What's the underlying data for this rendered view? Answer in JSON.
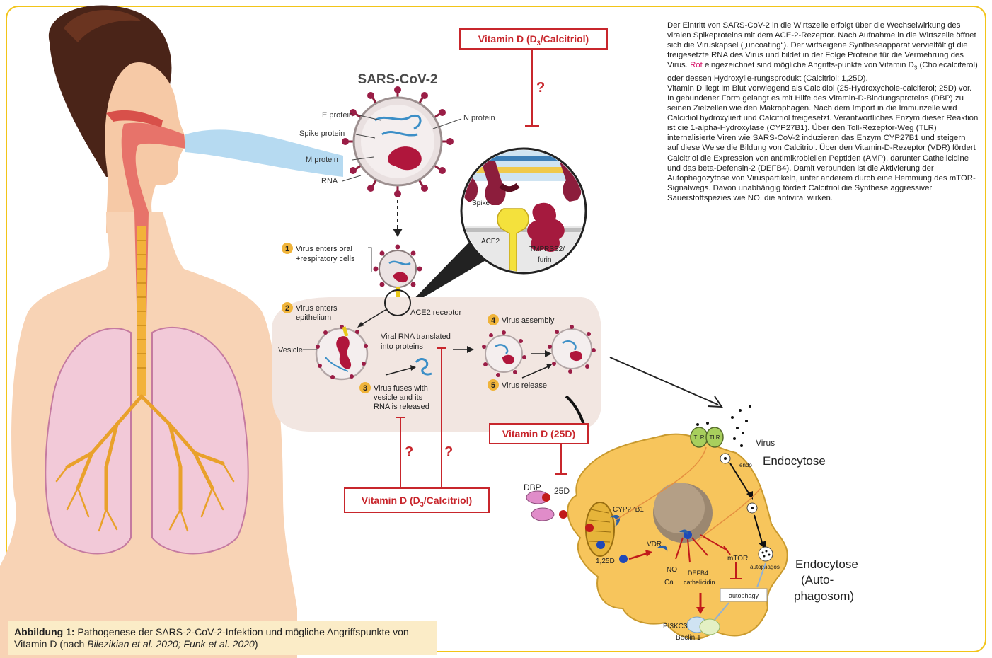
{
  "description": {
    "p1_a": "Der Eintritt von SARS-CoV-2 in die Wirtszelle erfolgt über die Wechselwirkung des viralen Spikeproteins mit dem ACE-2-Rezeptor. Nach Aufnahme in die Wirtszelle öffnet sich die Viruskapsel („uncoating“). Der wirtseigene Syntheseapparat vervielfältigt die freigesetzte RNA des Virus und bildet in der Folge Proteine für die Vermehrung des Virus. ",
    "p1_red": "Rot",
    "p1_b": " eingezeichnet sind mögliche Angriffs-punkte von Vitamin D",
    "p1_sub": "3",
    "p1_c": " (Cholecalciferol) oder dessen Hydroxylie-rungsprodukt (Calcitriol; 1,25D).",
    "p2": "Vitamin D liegt im Blut vorwiegend als Calcidiol (25-Hydroxychole-calciferol; 25D) vor. In gebundener Form gelangt es mit Hilfe des Vitamin-D-Bindungsproteins (DBP) zu seinen Zielzellen wie den Makrophagen. Nach dem Import in die Immunzelle wird Calcidiol hydroxyliert und Calcitriol freigesetzt. Verantwortliches Enzym dieser Reaktion ist die 1-alpha-Hydroxylase (CYP27B1). Über den Toll-Rezeptor-Weg (TLR) internalisierte Viren wie SARS-CoV-2 induzieren das Enzym CYP27B1 und steigern auf diese Weise die Bildung von Calcitriol. Über den Vitamin-D-Rezeptor (VDR) fördert Calcitriol die Expression von antimikrobiellen Peptiden (AMP), darunter Cathelicidine und das beta-Defensin-2 (DEFB4). Damit verbunden ist die Aktivierung der Autophagozytose von Viruspartikeln, unter anderem durch eine Hemmung des mTOR-Signalwegs. Davon unabhängig fördert Calcitriol die Synthese aggressiver Sauerstoffspezies wie NO, die antiviral wirken."
  },
  "boxes": {
    "top_a": "Vitamin D (D",
    "top_sub": "3",
    "top_b": "/Calcitriol)",
    "mid": "Vitamin D (25D)",
    "bottom_a": "Vitamin D (D",
    "bottom_sub": "3",
    "bottom_b": "/Calcitriol)",
    "question": "?"
  },
  "virus_labels": {
    "title": "SARS-CoV-2",
    "e_protein": "E protein",
    "spike_protein": "Spike protein",
    "m_protein": "M protein",
    "rna": "RNA",
    "n_protein": "N protein"
  },
  "inset_labels": {
    "spike": "Spike",
    "ace2": "ACE2",
    "tmprss2": "TMPRSS2/",
    "furin": "furin"
  },
  "steps": {
    "s1_num": "1",
    "s1_a": "Virus enters oral",
    "s1_b": "+respiratory cells",
    "s2_num": "2",
    "s2_a": "Virus enters",
    "s2_b": "epithelium",
    "s3_num": "3",
    "s3_a": "Virus fuses with",
    "s3_b": "vesicle and its",
    "s3_c": "RNA is released",
    "s4_num": "4",
    "s4_a": "Virus assembly",
    "s5_num": "5",
    "s5_a": "Virus release",
    "receptor": "ACE2 receptor",
    "vesicle": "Vesicle",
    "translated_a": "Viral RNA translated",
    "translated_b": "into proteins"
  },
  "macrophage_labels": {
    "tlr": "TLR",
    "virus": "Virus",
    "endo": "endo",
    "endocytose": "Endocytose",
    "endocytose2_a": "Endocytose",
    "endocytose2_b": "(Auto-",
    "endocytose2_c": "phagosom)",
    "dbp": "DBP",
    "d25": "25D",
    "cyp27b1": "CYP27B1",
    "vdr": "VDR",
    "d125": "1,25D",
    "mtor": "mTOR",
    "no": "NO",
    "ca": "Ca",
    "defb4": "DEFB4",
    "cathelicidin": "cathelicidin",
    "autophagos": "autophagos",
    "autophagy": "autophagy",
    "pi3kc3": "PI3KC3",
    "beclin": "Beclin 1"
  },
  "caption": {
    "label": "Abbildung 1:",
    "text": " Pathogenese der SARS-2-CoV-2-Infektion und mögliche Angriffspunkte von Vitamin D (nach ",
    "refs": "Bilezikian et al. 2020; Funk et al. 2020",
    "end": ")"
  }
}
